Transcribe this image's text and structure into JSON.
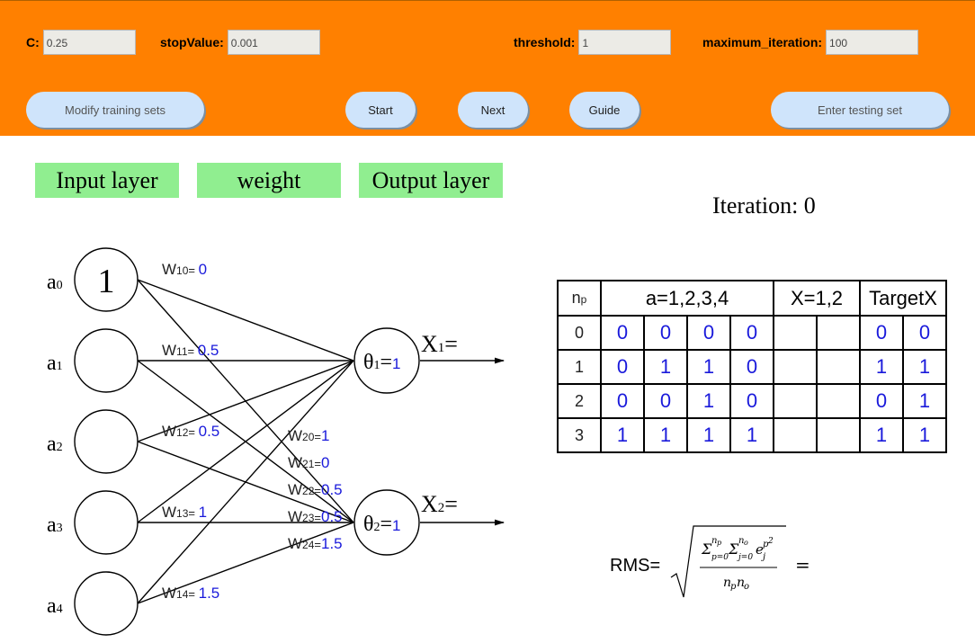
{
  "params": {
    "c": {
      "label": "C:",
      "value": "0.25"
    },
    "stop_value": {
      "label": "stopValue:",
      "value": "0.001"
    },
    "threshold": {
      "label": "threshold:",
      "value": "1"
    },
    "max_iteration": {
      "label": "maximum_iteration:",
      "value": "100"
    }
  },
  "buttons": {
    "modify": "Modify training sets",
    "start": "Start",
    "next": "Next",
    "guide": "Guide",
    "testing": "Enter testing set"
  },
  "layers": {
    "input": "Input layer",
    "weight": "weight",
    "output": "Output layer"
  },
  "iteration": "Iteration: 0",
  "network": {
    "inputs": [
      {
        "letter": "a",
        "sub": "0",
        "value": "1"
      },
      {
        "letter": "a",
        "sub": "1",
        "value": ""
      },
      {
        "letter": "a",
        "sub": "2",
        "value": ""
      },
      {
        "letter": "a",
        "sub": "3",
        "value": ""
      },
      {
        "letter": "a",
        "sub": "4",
        "value": ""
      }
    ],
    "weights1": [
      {
        "name": "W",
        "sub": "10",
        "value": "0"
      },
      {
        "name": "W",
        "sub": "11",
        "value": "0.5"
      },
      {
        "name": "W",
        "sub": "12",
        "value": "0.5"
      },
      {
        "name": "W",
        "sub": "13",
        "value": "1"
      },
      {
        "name": "W",
        "sub": "14",
        "value": "1.5"
      }
    ],
    "weights2": [
      {
        "name": "W",
        "sub": "20",
        "value": "1"
      },
      {
        "name": "W",
        "sub": "21",
        "value": "0"
      },
      {
        "name": "W",
        "sub": "22",
        "value": "0.5"
      },
      {
        "name": "W",
        "sub": "23",
        "value": "0.5"
      },
      {
        "name": "W",
        "sub": "24",
        "value": "1.5"
      }
    ],
    "outputs": [
      {
        "theta": "θ",
        "sub": "1",
        "eq": "=",
        "value": "1",
        "x": "X",
        "xsub": "1",
        "xeq": "="
      },
      {
        "theta": "θ",
        "sub": "2",
        "eq": "=",
        "value": "1",
        "x": "X",
        "xsub": "2",
        "xeq": "="
      }
    ]
  },
  "table": {
    "headers": {
      "np_main": "n",
      "np_sub": "p",
      "a": "a=1,2,3,4",
      "x": "X=1,2",
      "target": "TargetX"
    },
    "rows": [
      {
        "np": "0",
        "a": [
          "0",
          "0",
          "0",
          "0"
        ],
        "x": [
          "",
          ""
        ],
        "target": [
          "0",
          "0"
        ]
      },
      {
        "np": "1",
        "a": [
          "0",
          "1",
          "1",
          "0"
        ],
        "x": [
          "",
          ""
        ],
        "target": [
          "1",
          "1"
        ]
      },
      {
        "np": "2",
        "a": [
          "0",
          "0",
          "1",
          "0"
        ],
        "x": [
          "",
          ""
        ],
        "target": [
          "0",
          "1"
        ]
      },
      {
        "np": "3",
        "a": [
          "1",
          "1",
          "1",
          "1"
        ],
        "x": [
          "",
          ""
        ],
        "target": [
          "1",
          "1"
        ]
      }
    ]
  },
  "rms": {
    "label": "RMS=",
    "trailing": "="
  },
  "colors": {
    "top_bar": "#ff8000",
    "layer_label": "#90ee90",
    "button": "#cfe4fb",
    "value_text": "#1a1adb"
  }
}
